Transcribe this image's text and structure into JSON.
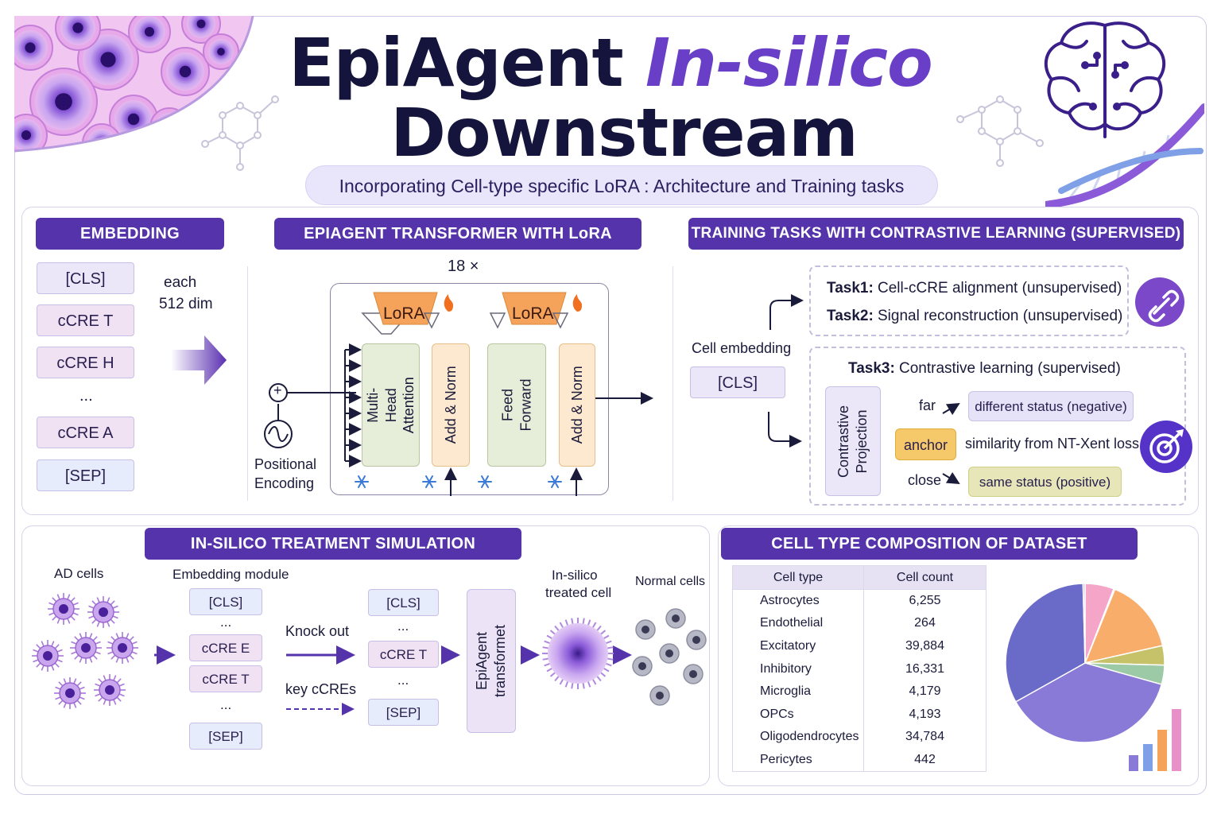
{
  "title": {
    "line1_plain": "EpiAgent ",
    "line1_emph": "In-silico",
    "line2": "Downstream",
    "subtitle": "Incorporating Cell-type specific LoRA : Architecture and Training tasks"
  },
  "embedding": {
    "header": "EMBEDDING",
    "tokens": [
      "[CLS]",
      "cCRE T",
      "cCRE H",
      "...",
      "cCRE A",
      "[SEP]"
    ],
    "dim_line1": "each",
    "dim_line2": "512 dim"
  },
  "transformer": {
    "header": "EPIAGENT TRANSFORMER WITH LoRA",
    "repeat": "18 ×",
    "lora1": "LoRA",
    "lora2": "LoRA",
    "attention": "Multi-Head Attention",
    "add_norm1": "Add & Norm",
    "feed_forward": "Feed Forward",
    "add_norm2": "Add & Norm",
    "pos_line1": "Positional",
    "pos_line2": "Encoding",
    "plus": "+"
  },
  "training": {
    "header": "TRAINING TASKS WITH CONTRASTIVE LEARNING (SUPERVISED)",
    "cell_embedding": "Cell embedding",
    "cls": "[CLS]",
    "task1_label": "Task1:",
    "task1_text": "Cell-cCRE alignment (unsupervised)",
    "task2_label": "Task2:",
    "task2_text": "Signal reconstruction (unsupervised)",
    "task3_label": "Task3:",
    "task3_text": "Contrastive learning (supervised)",
    "projection": "Contrastive Projection",
    "far": "far",
    "close": "close",
    "anchor": "anchor",
    "negative": "different status (negative)",
    "positive": "same status (positive)",
    "similarity": "similarity from NT-Xent loss"
  },
  "simulation": {
    "header": "IN-SILICO TREATMENT SIMULATION",
    "ad_cells": "AD cells",
    "embedding_module": "Embedding module",
    "module_tokens": [
      "[CLS]",
      "...",
      "cCRE E",
      "cCRE T",
      "...",
      "[SEP]"
    ],
    "knock_out": "Knock out",
    "key_ccres": "key cCREs",
    "after_tokens": [
      "[CLS]",
      "...",
      "cCRE T",
      "...",
      "[SEP]"
    ],
    "transformer_box": "EpiAgent transformet",
    "treated_line1": "In-silico",
    "treated_line2": "treated cell",
    "normal_cells": "Normal cells"
  },
  "composition": {
    "header": "CELL TYPE COMPOSITION OF DATASET",
    "columns": [
      "Cell type",
      "Cell count"
    ],
    "rows": [
      [
        "Astrocytes",
        "6,255"
      ],
      [
        "Endothelial",
        "264"
      ],
      [
        "Excitatory",
        "39,884"
      ],
      [
        "Inhibitory",
        "16,331"
      ],
      [
        "Microglia",
        "4,179"
      ],
      [
        "OPCs",
        "4,193"
      ],
      [
        "Oligodendrocytes",
        "34,784"
      ],
      [
        "Pericytes",
        "442"
      ]
    ]
  },
  "colors": {
    "header_bg": "#5533aa",
    "accent": "#6a3fc8",
    "anchor": "#f5c96a",
    "negative": "#e6e2f7",
    "positive": "#e6e6b8",
    "attention": "#e6edd8",
    "add_norm": "#fde9cf",
    "lora": "#f5a25a"
  }
}
